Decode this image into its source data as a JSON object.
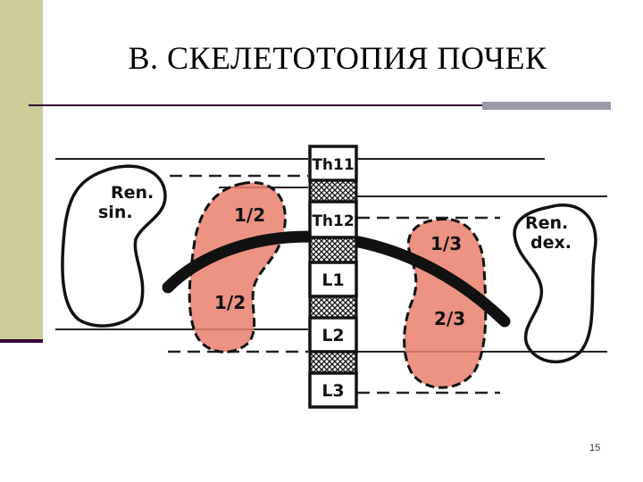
{
  "slide": {
    "title": "В. СКЕЛЕТОТОПИЯ ПОЧЕК",
    "page_number": "15"
  },
  "diagram": {
    "vertebrae": [
      "Th11",
      "Th12",
      "L1",
      "L2",
      "L3"
    ],
    "left_outline_label": [
      "Ren.",
      "sin."
    ],
    "right_outline_label": [
      "Ren.",
      "dex."
    ],
    "left_kidney_fractions": [
      "1/2",
      "1/2"
    ],
    "right_kidney_fractions": [
      "1/3",
      "2/3"
    ]
  },
  "colors": {
    "side_bar": "#cccc99",
    "rule_dark": "#330033",
    "rule_grey": "#9999aa",
    "kidney_fill": "#e9806f",
    "ink": "#111111"
  }
}
